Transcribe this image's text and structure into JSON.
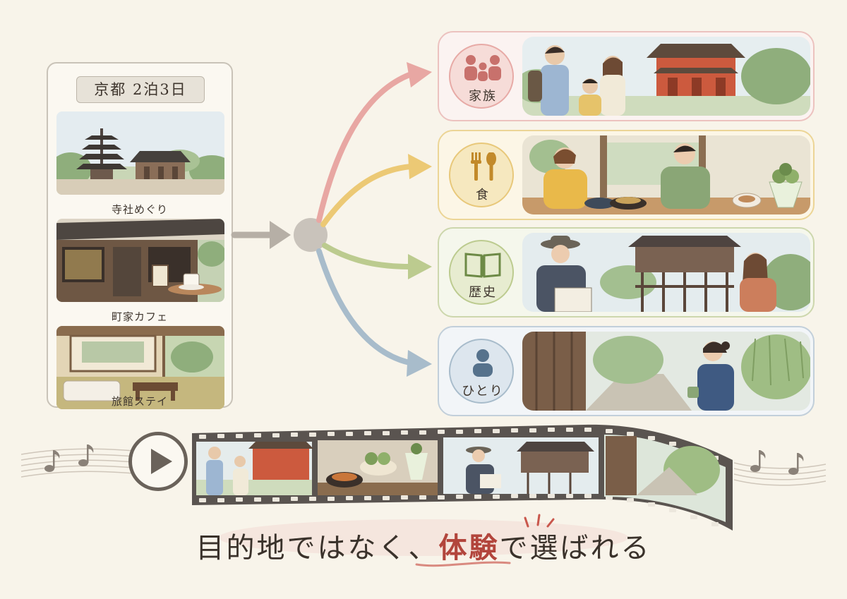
{
  "itinerary": {
    "title": "京都 2泊3日",
    "items": [
      {
        "label": "寺社めぐり",
        "icon": "pagoda-temple-illustration"
      },
      {
        "label": "町家カフェ",
        "icon": "machiya-cafe-illustration"
      },
      {
        "label": "旅館ステイ",
        "icon": "ryokan-room-illustration"
      }
    ]
  },
  "experiences": [
    {
      "label": "家族",
      "icon": "family-icon",
      "accent": "#e39a9a",
      "fill": "#f6dcd8"
    },
    {
      "label": "食",
      "icon": "spoon-fork-icon",
      "accent": "#e6c46e",
      "fill": "#f6e8bf"
    },
    {
      "label": "歴史",
      "icon": "book-icon",
      "accent": "#b7c48a",
      "fill": "#e7ecd0"
    },
    {
      "label": "ひとり",
      "icon": "person-icon",
      "accent": "#9fb3c4",
      "fill": "#dde6ee"
    }
  ],
  "player": {
    "icon": "play-icon"
  },
  "film": {
    "icon": "film-strip-icon"
  },
  "music": {
    "icon": "music-note-icon"
  },
  "tagline": {
    "before": "目的地ではなく、",
    "emphasis": "体験",
    "after": "で選ばれる"
  },
  "colors": {
    "background": "#f8f4ea",
    "text": "#3a322b",
    "emphasis": "#b2453c",
    "hub": "#c9c3bb"
  }
}
